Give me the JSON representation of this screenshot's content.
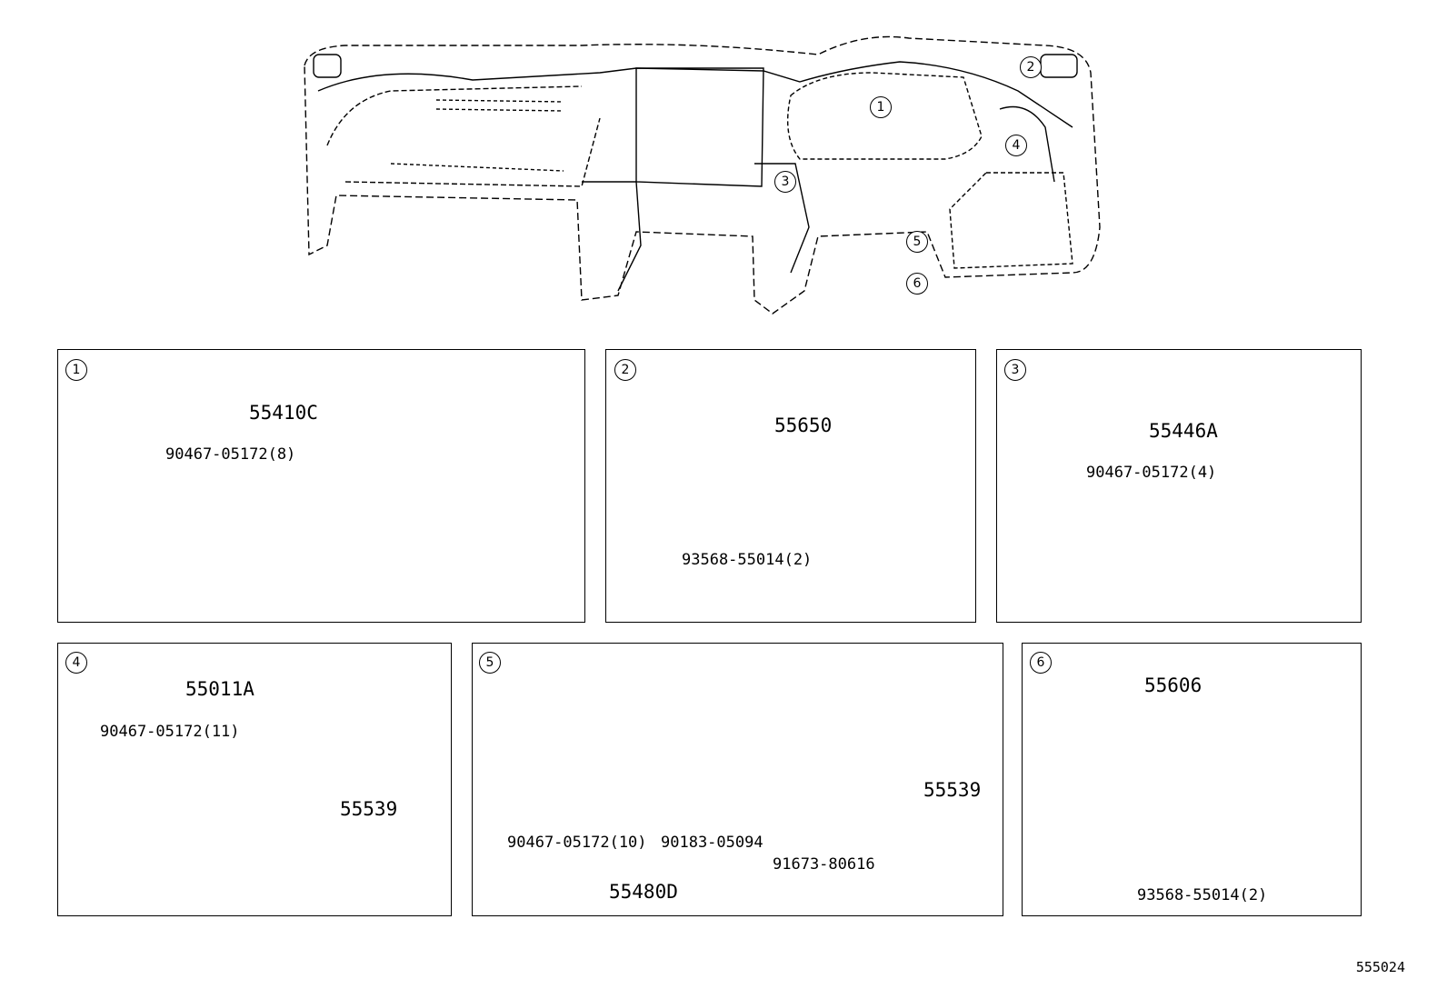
{
  "diagram_id": "555024",
  "overview": {
    "callouts": [
      "1",
      "2",
      "3",
      "4",
      "5",
      "6"
    ]
  },
  "panels": [
    {
      "number": "1",
      "labels": {
        "assembly": "55410C",
        "clip": "90467-05172(8)"
      }
    },
    {
      "number": "2",
      "labels": {
        "assembly": "55650",
        "screw": "93568-55014(2)"
      }
    },
    {
      "number": "3",
      "labels": {
        "assembly": "55446A",
        "clip": "90467-05172(4)"
      }
    },
    {
      "number": "4",
      "labels": {
        "assembly": "55011A",
        "clip": "90467-05172(11)",
        "part": "55539"
      }
    },
    {
      "number": "5",
      "labels": {
        "assembly": "55480D",
        "clip": "90467-05172(10)",
        "clip2": "90183-05094",
        "bolt": "91673-80616",
        "part": "55539"
      }
    },
    {
      "number": "6",
      "labels": {
        "assembly": "55606",
        "screw": "93568-55014(2)"
      }
    }
  ]
}
